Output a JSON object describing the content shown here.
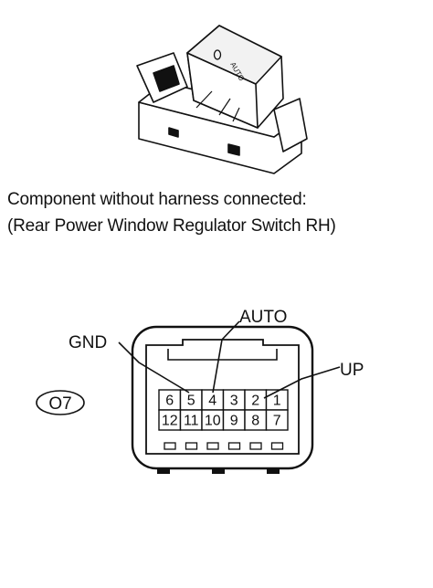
{
  "caption": {
    "line1": "Component without harness connected:",
    "line2": "(Rear Power Window Regulator Switch RH)"
  },
  "switch_illustration": {
    "button_text": "AUTO"
  },
  "connector": {
    "code": "O7",
    "labels": {
      "gnd": "GND",
      "auto": "AUTO",
      "up": "UP"
    },
    "top_row": [
      "6",
      "5",
      "4",
      "3",
      "2",
      "1"
    ],
    "bottom_row": [
      "12",
      "11",
      "10",
      "9",
      "8",
      "7"
    ]
  }
}
